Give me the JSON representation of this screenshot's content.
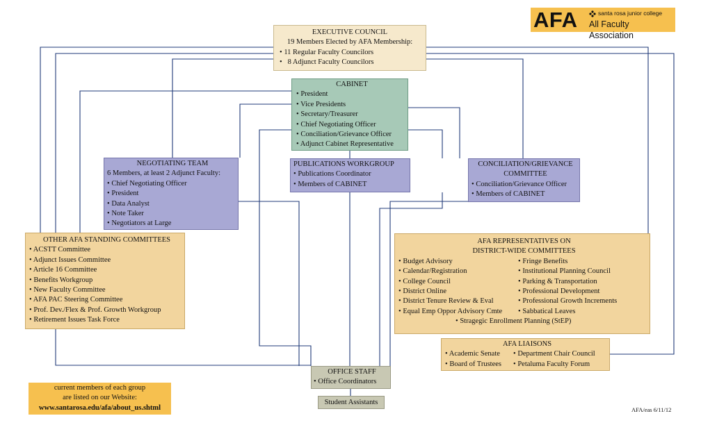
{
  "logo": {
    "abbr": "AFA",
    "college": "santa rosa junior college",
    "name": "All Faculty Association"
  },
  "executive_council": {
    "title": "EXECUTIVE COUNCIL",
    "subtitle": "19 Members Elected by AFA Membership:",
    "items": [
      "11 Regular Faculty Councilors",
      "  8 Adjunct Faculty Councilors"
    ]
  },
  "cabinet": {
    "title": "CABINET",
    "items": [
      "President",
      "Vice Presidents",
      "Secretary/Treasurer",
      "Chief Negotiating Officer",
      "Conciliation/Grievance Officer",
      "Adjunct Cabinet Representative"
    ]
  },
  "negotiating_team": {
    "title": "NEGOTIATING TEAM",
    "subtitle": "6 Members, at least 2 Adjunct Faculty:",
    "items": [
      "Chief Negotiating Officer",
      "President",
      "Data Analyst",
      "Note Taker",
      "Negotiators at Large"
    ]
  },
  "publications_workgroup": {
    "title": "PUBLICATIONS WORKGROUP",
    "items": [
      "Publications Coordinator",
      "Members of CABINET"
    ]
  },
  "conciliation_committee": {
    "title_line1": "CONCILIATION/GRIEVANCE",
    "title_line2": "COMMITTEE",
    "items": [
      "Conciliation/Grievance Officer",
      "Members of CABINET"
    ]
  },
  "standing_committees": {
    "title": "OTHER AFA STANDING COMMITTEES",
    "items": [
      "ACSTT Committee",
      "Adjunct Issues Committee",
      "Article 16 Committee",
      "Benefits Workgroup",
      "New Faculty Committee",
      "AFA PAC Steering Committee",
      "Prof. Dev./Flex & Prof. Growth Workgroup",
      "Retirement Issues Task Force"
    ]
  },
  "district_reps": {
    "title_line1": "AFA REPRESENTATIVES ON",
    "title_line2": "DISTRICT-WIDE COMMITTEES",
    "col1": [
      "Budget Advisory",
      "Calendar/Registration",
      "College Council",
      "District Online",
      "District Tenure Review & Eval",
      "Equal Emp Oppor Advisory Cmte"
    ],
    "col2": [
      "Fringe Benefits",
      "Institutional Planning Council",
      "Parking & Transportation",
      "Professional Development",
      "Professional Growth Increments",
      "Sabbatical Leaves"
    ],
    "last": "Stragegic Enrollment Planning (StEP)"
  },
  "liaisons": {
    "title": "AFA LIAISONS",
    "col1": [
      "Academic Senate",
      "Board of Trustees"
    ],
    "col2": [
      "Department Chair Council",
      "Petaluma Faculty Forum"
    ]
  },
  "office_staff": {
    "title": "OFFICE STAFF",
    "items": [
      "Office Coordinators"
    ]
  },
  "student_assistants": {
    "label": "Student Assistants"
  },
  "members_note": {
    "line1": "current members of each group",
    "line2": "are listed on our Website:",
    "url": "www.santarosa.edu/afa/about_us.shtml"
  },
  "credit": "AFA/eas  6/11/12",
  "colors": {
    "exec": "#f6e9cc",
    "cabinet": "#a7c9b7",
    "purple": "#a8a8d4",
    "tan": "#f2d59e",
    "staff": "#c8c8b3",
    "logo": "#f6c04f",
    "line": "#1f3a78"
  }
}
